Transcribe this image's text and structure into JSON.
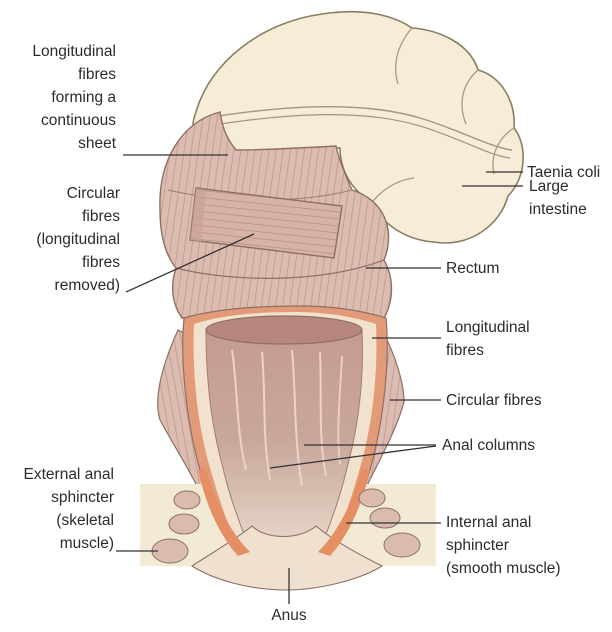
{
  "labels": {
    "longitudinal_sheet": [
      "Longitudinal",
      "fibres",
      "forming a",
      "continuous",
      "sheet"
    ],
    "circular_fibres_removed": [
      "Circular",
      "fibres",
      "(longitudinal",
      "fibres",
      "removed)"
    ],
    "external_anal_sphincter": [
      "External anal",
      "sphincter",
      "(skeletal",
      "muscle)"
    ],
    "taenia_coli": [
      "Taenia coli"
    ],
    "large_intestine": [
      "Large",
      "intestine"
    ],
    "rectum": [
      "Rectum"
    ],
    "longitudinal_fibres": [
      "Longitudinal",
      "fibres"
    ],
    "circular_fibres": [
      "Circular fibres"
    ],
    "anal_columns": [
      "Anal columns"
    ],
    "internal_anal_sphincter": [
      "Internal anal",
      "sphincter",
      "(smooth muscle)"
    ],
    "anus": [
      "Anus"
    ]
  },
  "colors": {
    "intestine_fill": "#f6ecd7",
    "intestine_outline": "#8a7d62",
    "rectum_fill": "#dcbcb0",
    "rectum_stripe": "#b6958a",
    "lumen_fill": "#c79e93",
    "orange_muscle": "#e29a77",
    "tissue_box": "#f3ead6",
    "leader_line": "#333333"
  }
}
